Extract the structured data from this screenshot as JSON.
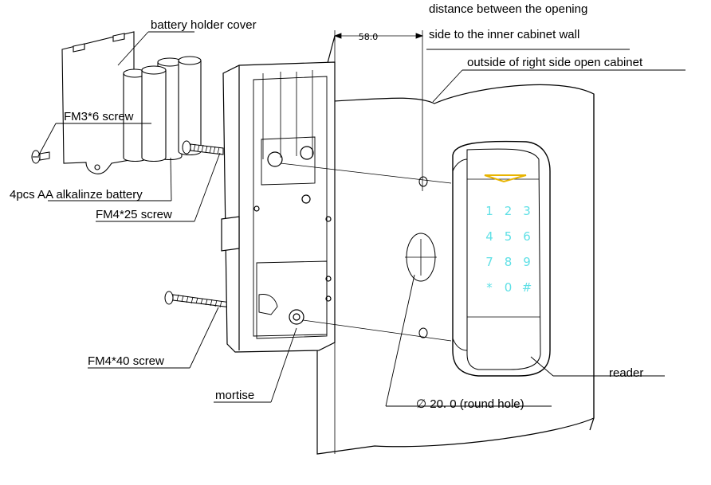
{
  "labels": {
    "battery_cover": "battery holder cover",
    "fm3_screw": "FM3*6 screw",
    "batteries": "4pcs AA alkalinze battery",
    "fm4_25": "FM4*25 screw",
    "fm4_40": "FM4*40 screw",
    "mortise": "mortise",
    "distance_line1": "distance between the opening",
    "distance_line2": "side to the inner cabinet wall",
    "outside": "outside of right side open cabinet",
    "reader": "reader",
    "hole": "∅ 20. 0 (round hole)",
    "dimension": "58.0"
  },
  "keypad": [
    "1",
    "2",
    "3",
    "4",
    "5",
    "6",
    "7",
    "8",
    "9",
    "*",
    "0",
    "#"
  ],
  "colors": {
    "key_glow": "#5fe0e6",
    "indicator": "#e8b400",
    "line": "#000000"
  }
}
